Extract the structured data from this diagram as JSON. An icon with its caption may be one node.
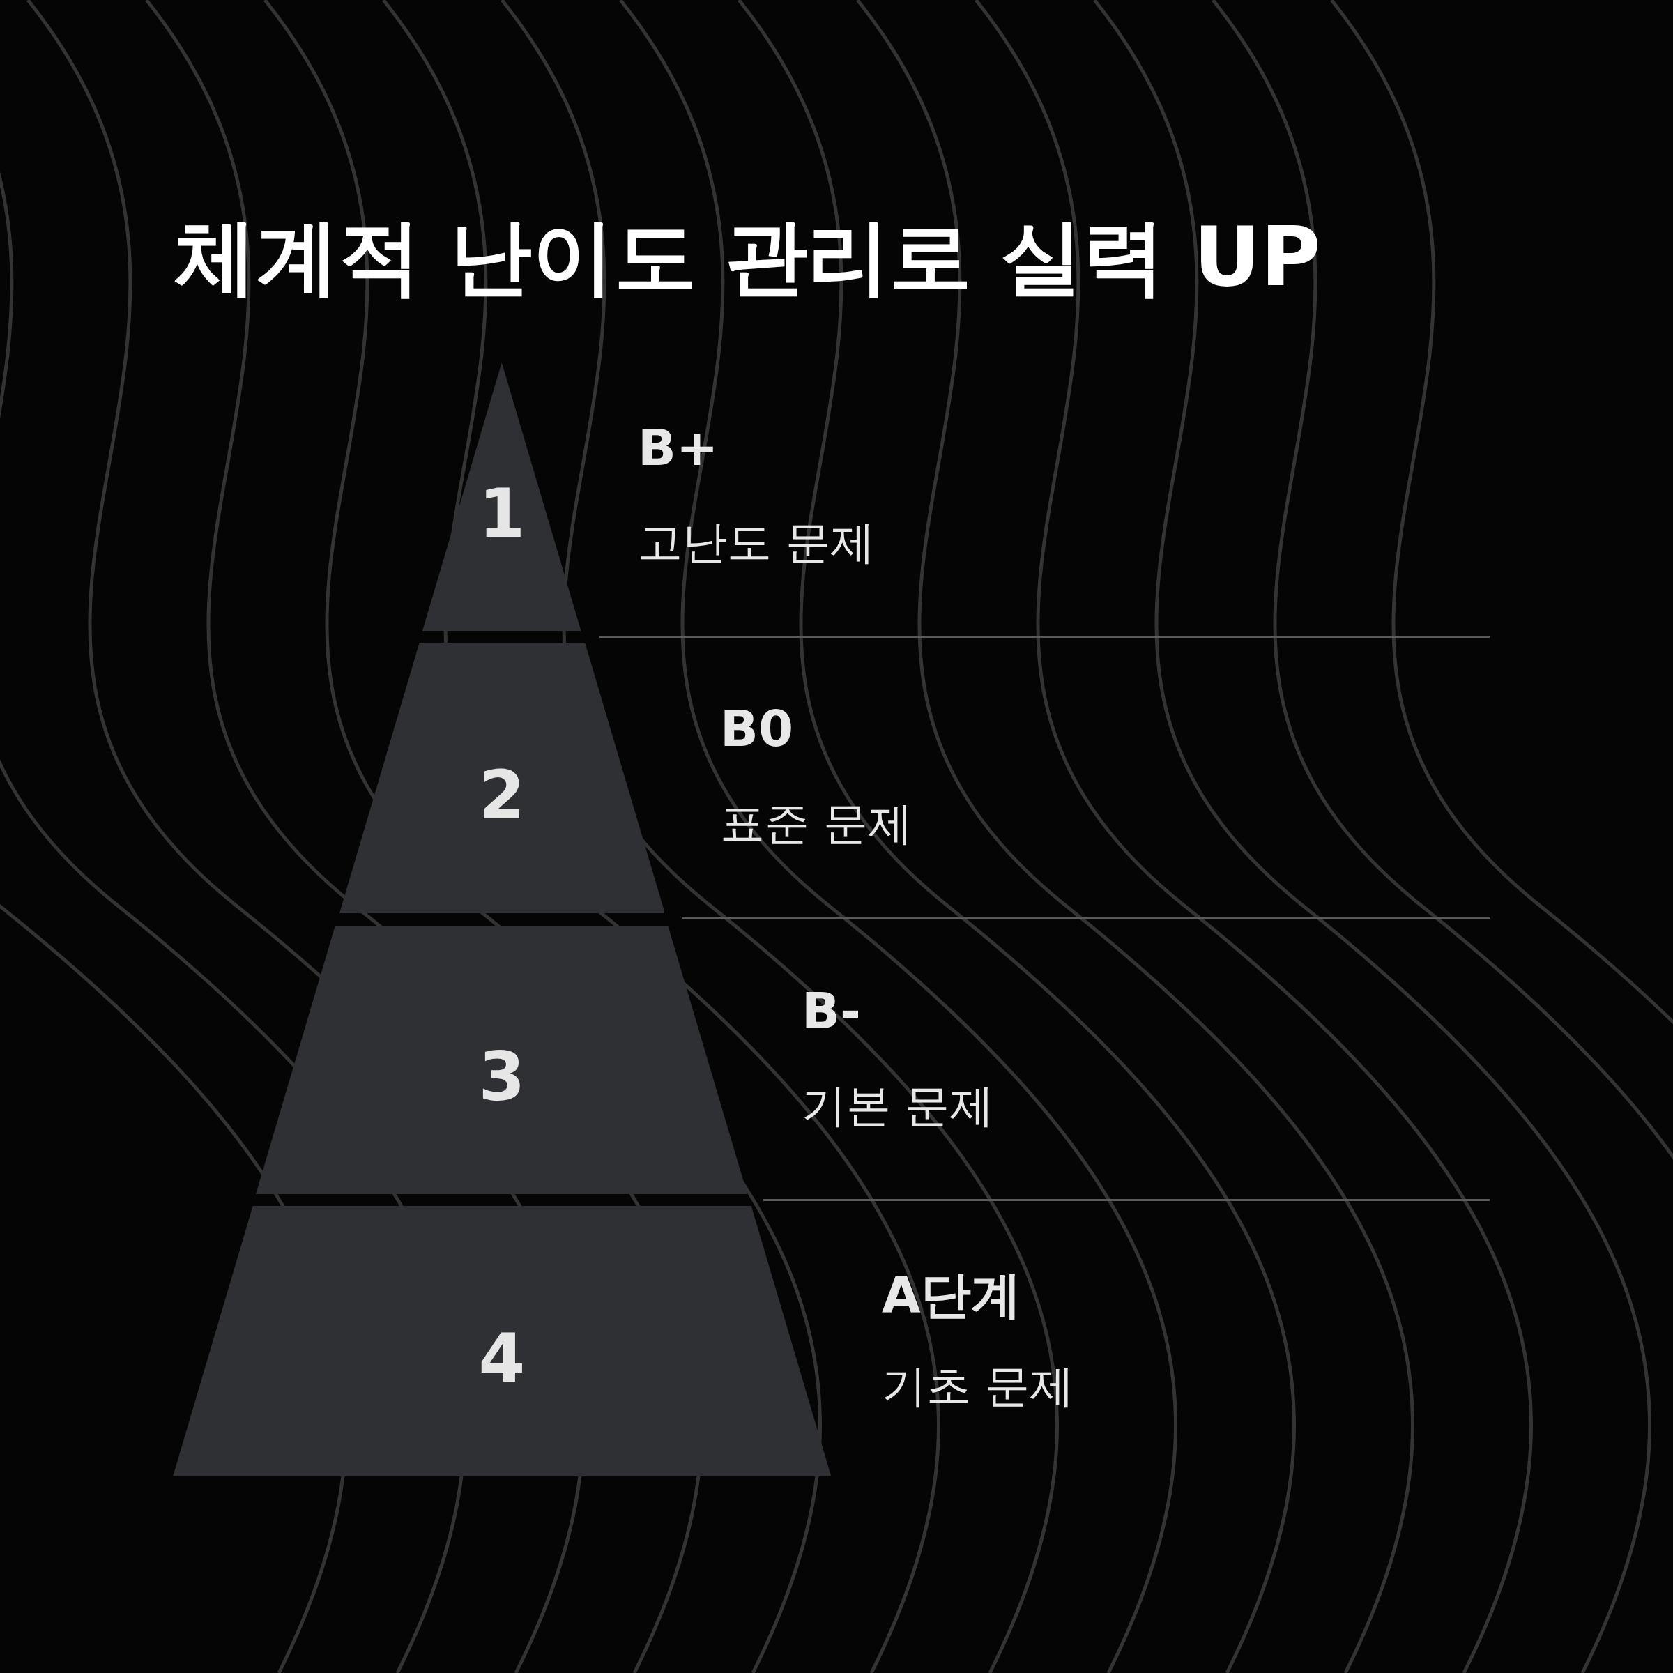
{
  "diagram": {
    "title": "체계적 난이도 관리로 실력 UP",
    "nodes": [
      {
        "text": [
          "1"
        ],
        "beside": [
          "B+",
          "고난도 문제"
        ]
      },
      {
        "text": [
          "2"
        ],
        "beside": [
          "B0",
          "표준 문제"
        ]
      },
      {
        "text": [
          "3"
        ],
        "beside": [
          "B-",
          "기본 문제"
        ]
      },
      {
        "text": [
          "4"
        ],
        "beside": [
          "A단계",
          "기초 문제"
        ]
      }
    ],
    "edges": []
  }
}
